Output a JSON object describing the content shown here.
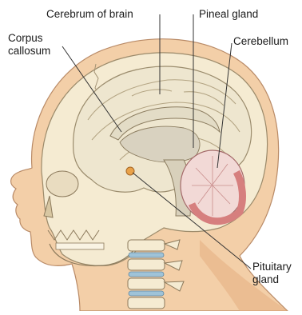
{
  "figure": {
    "labels": {
      "cerebrum": "Cerebrum of brain",
      "pineal": "Pineal gland",
      "corpus_line1": "Corpus",
      "corpus_line2": "callosum",
      "cerebellum": "Cerebellum",
      "pituitary_line1": "Pituitary",
      "pituitary_line2": "gland"
    },
    "colors": {
      "skin": "#f3cfa8",
      "skin_shadow": "#e6b184",
      "skull": "#f5ebd2",
      "brain": "#eee6cf",
      "brain_shadow": "#d9cdb0",
      "cerebellum": "#e3a1a0",
      "spine_disc": "#9fc3d8",
      "pituitary": "#e9a24a",
      "line": "#333333"
    }
  }
}
